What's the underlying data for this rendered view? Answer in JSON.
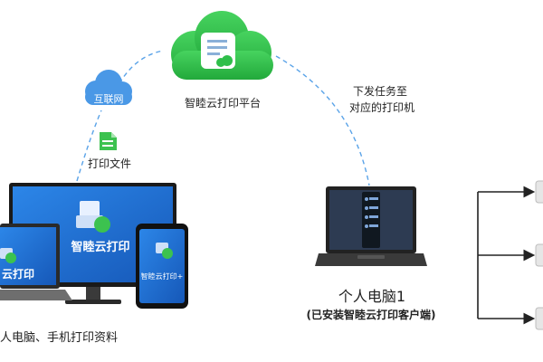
{
  "colors": {
    "cloud_green": "#2fbf4a",
    "cloud_blue": "#4a98e6",
    "screen_blue": "#1f6fd1",
    "dashed_line": "#5aa3e8",
    "arrow_dark": "#222222",
    "file_green": "#3cc24f"
  },
  "platform": {
    "label": "智睦云打印平台"
  },
  "internet": {
    "label": "互联网"
  },
  "upload": {
    "label": "打印文件"
  },
  "dispatch": {
    "line1": "下发任务至",
    "line2": "对应的打印机"
  },
  "devices": {
    "monitor_text": "智睦云打印",
    "laptop_text": "云打印",
    "phone_text": "智睦云打印+",
    "caption": "人电脑、手机打印资料"
  },
  "pc1": {
    "title": "个人电脑1",
    "subtitle": "(已安装智睦云打印客户端)"
  },
  "icons": [
    "cloud-icon",
    "document-icon",
    "monitor-icon",
    "laptop-icon",
    "phone-icon",
    "printer-icon"
  ]
}
